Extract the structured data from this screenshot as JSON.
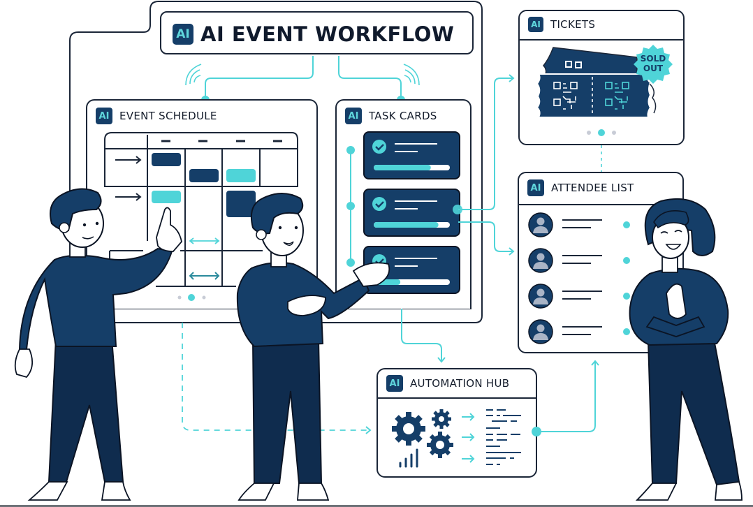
{
  "title": {
    "badge": "AI",
    "label": "AI EVENT WORKFLOW"
  },
  "colors": {
    "navy": "#153e68",
    "navy_dark": "#0f2c4e",
    "teal": "#4fd4d8",
    "outline": "#1b2638",
    "light_gray": "#c8ccd6"
  },
  "panels": {
    "event_schedule": {
      "badge": "AI",
      "title": "EVENT SCHEDULE",
      "pager_active_index": 1,
      "pager_count": 3
    },
    "task_cards": {
      "badge": "AI",
      "title": "TASK CARDS",
      "cards": [
        {
          "done": true,
          "progress": 0.75
        },
        {
          "done": true,
          "progress": 0.85
        },
        {
          "done": true,
          "progress": 0.35
        }
      ]
    },
    "tickets": {
      "badge": "AI",
      "title": "TICKETS",
      "stamp": "SOLD\nOUT",
      "stamp_line1": "SOLD",
      "stamp_line2": "OUT",
      "pager_active_index": 1,
      "pager_count": 3
    },
    "attendee_list": {
      "badge": "AI",
      "title": "ATTENDEE LIST",
      "attendee_count": 4
    },
    "automation_hub": {
      "badge": "AI",
      "title": "AUTOMATION HUB"
    }
  },
  "icons": {
    "gear": "gear-icon",
    "check": "check-icon",
    "user": "user-avatar-icon",
    "qr": "qr-code-icon",
    "bar_chart": "bar-chart-icon",
    "arrow": "arrow-right-icon",
    "wifi": "signal-waves-icon"
  }
}
